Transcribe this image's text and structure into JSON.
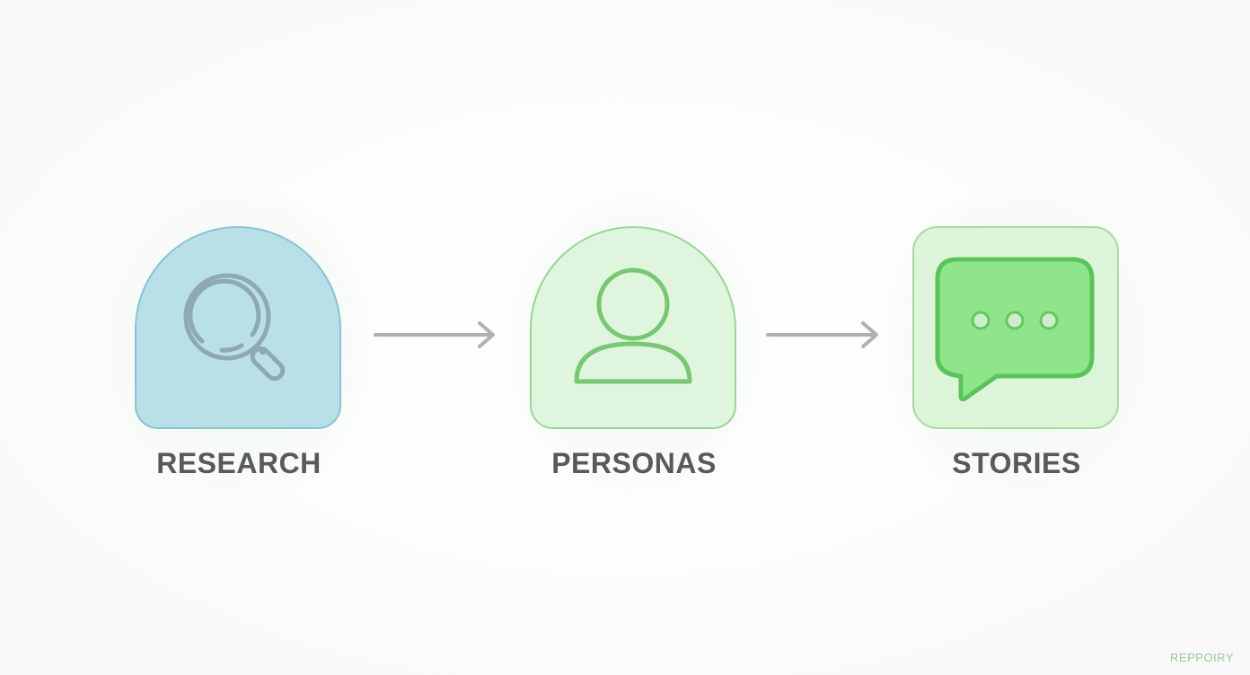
{
  "steps": [
    {
      "label": "RESEARCH",
      "icon": "search-icon",
      "fill": "#b9e0e6",
      "border": "#86c4d3",
      "icon_color": "#8fa9b3"
    },
    {
      "label": "PERSONAS",
      "icon": "person-icon",
      "fill": "#dff5dd",
      "border": "#99d694",
      "icon_color": "#78c774"
    },
    {
      "label": "STORIES",
      "icon": "chat-bubble-icon",
      "fill": "#dcf4d8",
      "border": "#a6dca0",
      "icon_color": "#5bc35a",
      "icon_fill": "#8fe58a"
    }
  ],
  "connectors": [
    {
      "icon": "arrow-right-icon",
      "color": "#b3b0ac"
    },
    {
      "icon": "arrow-right-icon",
      "color": "#b3b0ac"
    }
  ],
  "brand": "REPPOIRY"
}
